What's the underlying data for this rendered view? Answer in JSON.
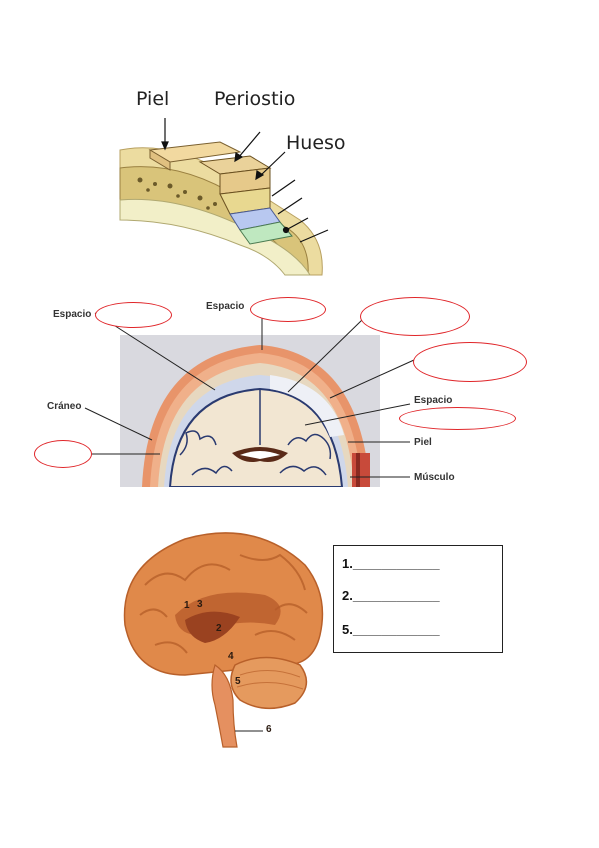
{
  "diagram1": {
    "labels": {
      "piel": "Piel",
      "periostio": "Periostio",
      "hueso": "Hueso"
    }
  },
  "diagram2": {
    "labels": {
      "espacio_left": "Espacio",
      "espacio_top": "Espacio",
      "craneo": "Cráneo",
      "espacio_right": "Espacio",
      "piel": "Piel",
      "musculo": "Músculo"
    },
    "oval_color": "#e0262a"
  },
  "diagram3": {
    "numbers": [
      "1",
      "3",
      "2",
      "4",
      "5",
      "6"
    ],
    "answers": [
      "1.____________",
      "2.____________",
      "5.____________"
    ]
  }
}
